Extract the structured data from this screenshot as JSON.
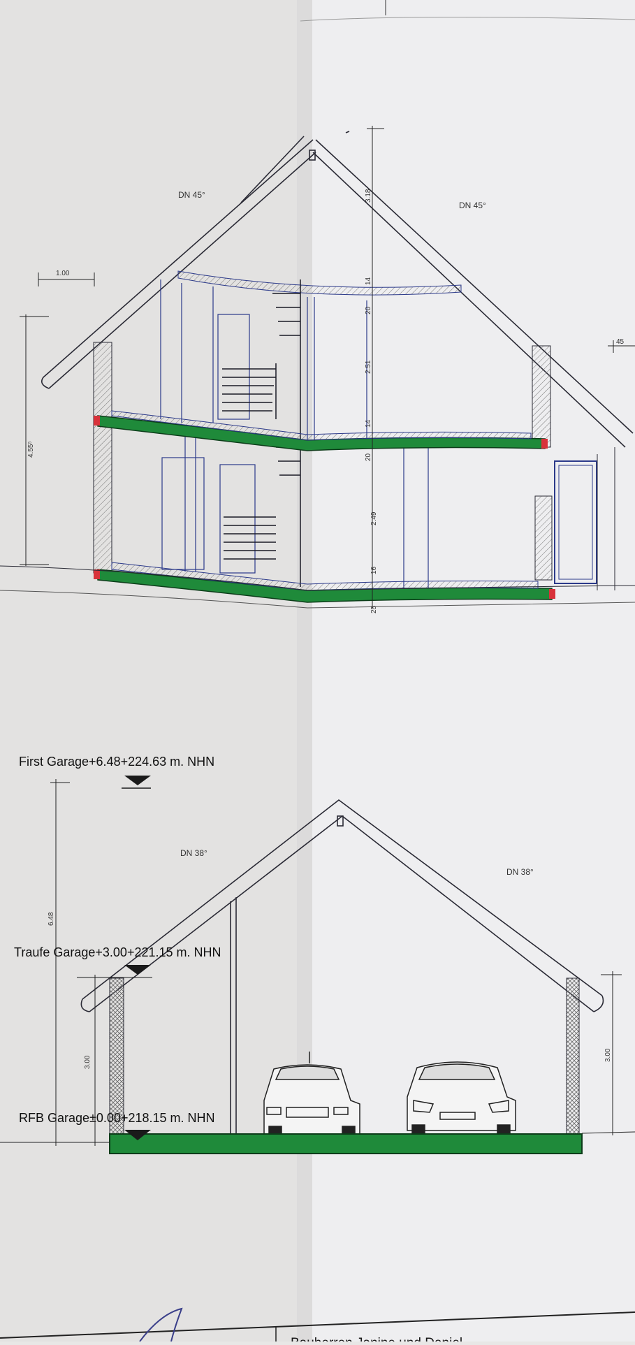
{
  "house_section": {
    "roof_pitch_left": "DN 45°",
    "roof_pitch_right": "DN 45°",
    "dim_overhang": "1.00",
    "dim_eave_right": "45",
    "dim_total_height": "4.55⁵",
    "dims_vertical": [
      "3.18",
      "14",
      "20",
      "2.51",
      "14",
      "20",
      "2.49",
      "16",
      "25"
    ]
  },
  "garage_section": {
    "roof_pitch_left": "DN 38°",
    "roof_pitch_right": "DN 38°",
    "level_ridge": "First Garage+6.48+224.63 m. NHN",
    "level_eave": "Traufe Garage+3.00+221.15 m. NHN",
    "level_floor": "RFB Garage±0.00+218.15 m. NHN",
    "dim_total": "6.48",
    "dim_wall_left": "3.00",
    "dim_wall_right": "3.00"
  },
  "title_block": {
    "owner_text": "Bauherren Janine und Daniel"
  },
  "colors": {
    "slab_green": "#1f8a3a",
    "paper_left": "#e4e3e2",
    "paper_right": "#eeeef0",
    "line": "#2a2a35",
    "blue_line": "#2c3a8a",
    "red_marker": "#d8323a"
  }
}
